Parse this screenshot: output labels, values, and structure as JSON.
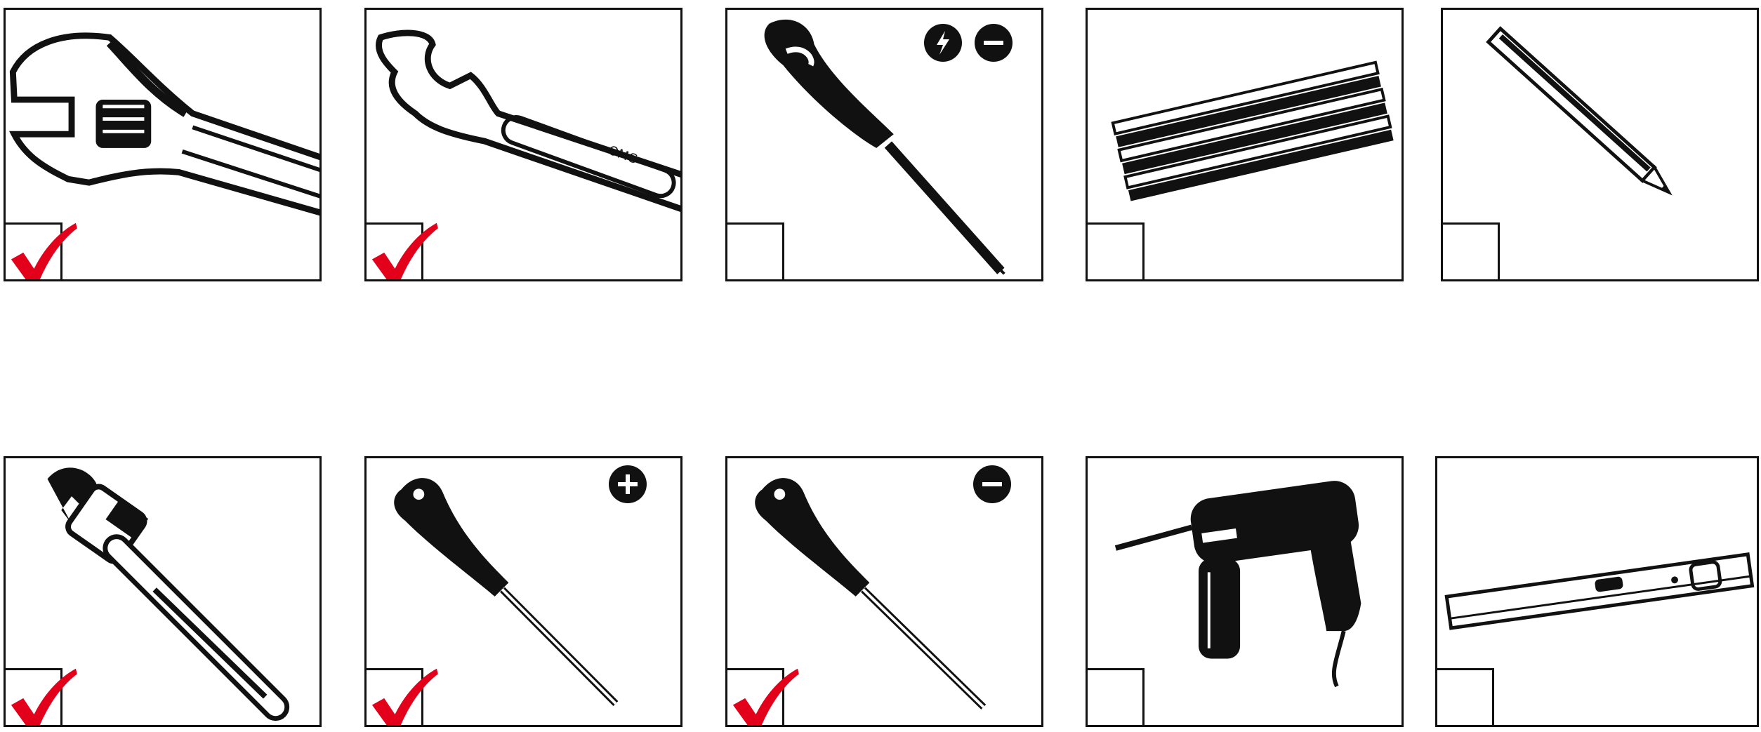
{
  "colors": {
    "frame": "#111111",
    "check": "#e2001a",
    "ink": "#111111",
    "background": "#ffffff"
  },
  "tools": [
    {
      "id": "adjustable-wrench",
      "icon": "adjustable-wrench-icon",
      "checked": true
    },
    {
      "id": "open-end-wrench",
      "icon": "open-end-wrench-icon",
      "checked": true
    },
    {
      "id": "voltage-tester-screwdriver",
      "icon": "voltage-tester-screwdriver-icon",
      "checked": false,
      "badges": [
        "lightning-icon",
        "minus-icon"
      ]
    },
    {
      "id": "folding-ruler",
      "icon": "folding-ruler-icon",
      "checked": false
    },
    {
      "id": "pencil",
      "icon": "pencil-icon",
      "checked": false
    },
    {
      "id": "pipe-wrench",
      "icon": "pipe-wrench-icon",
      "checked": true
    },
    {
      "id": "phillips-screwdriver",
      "icon": "phillips-screwdriver-icon",
      "checked": true,
      "badges": [
        "plus-icon"
      ]
    },
    {
      "id": "flathead-screwdriver",
      "icon": "flathead-screwdriver-icon",
      "checked": true,
      "badges": [
        "minus-icon"
      ]
    },
    {
      "id": "power-drill",
      "icon": "power-drill-icon",
      "checked": false
    },
    {
      "id": "spirit-level",
      "icon": "spirit-level-icon",
      "checked": false
    }
  ]
}
